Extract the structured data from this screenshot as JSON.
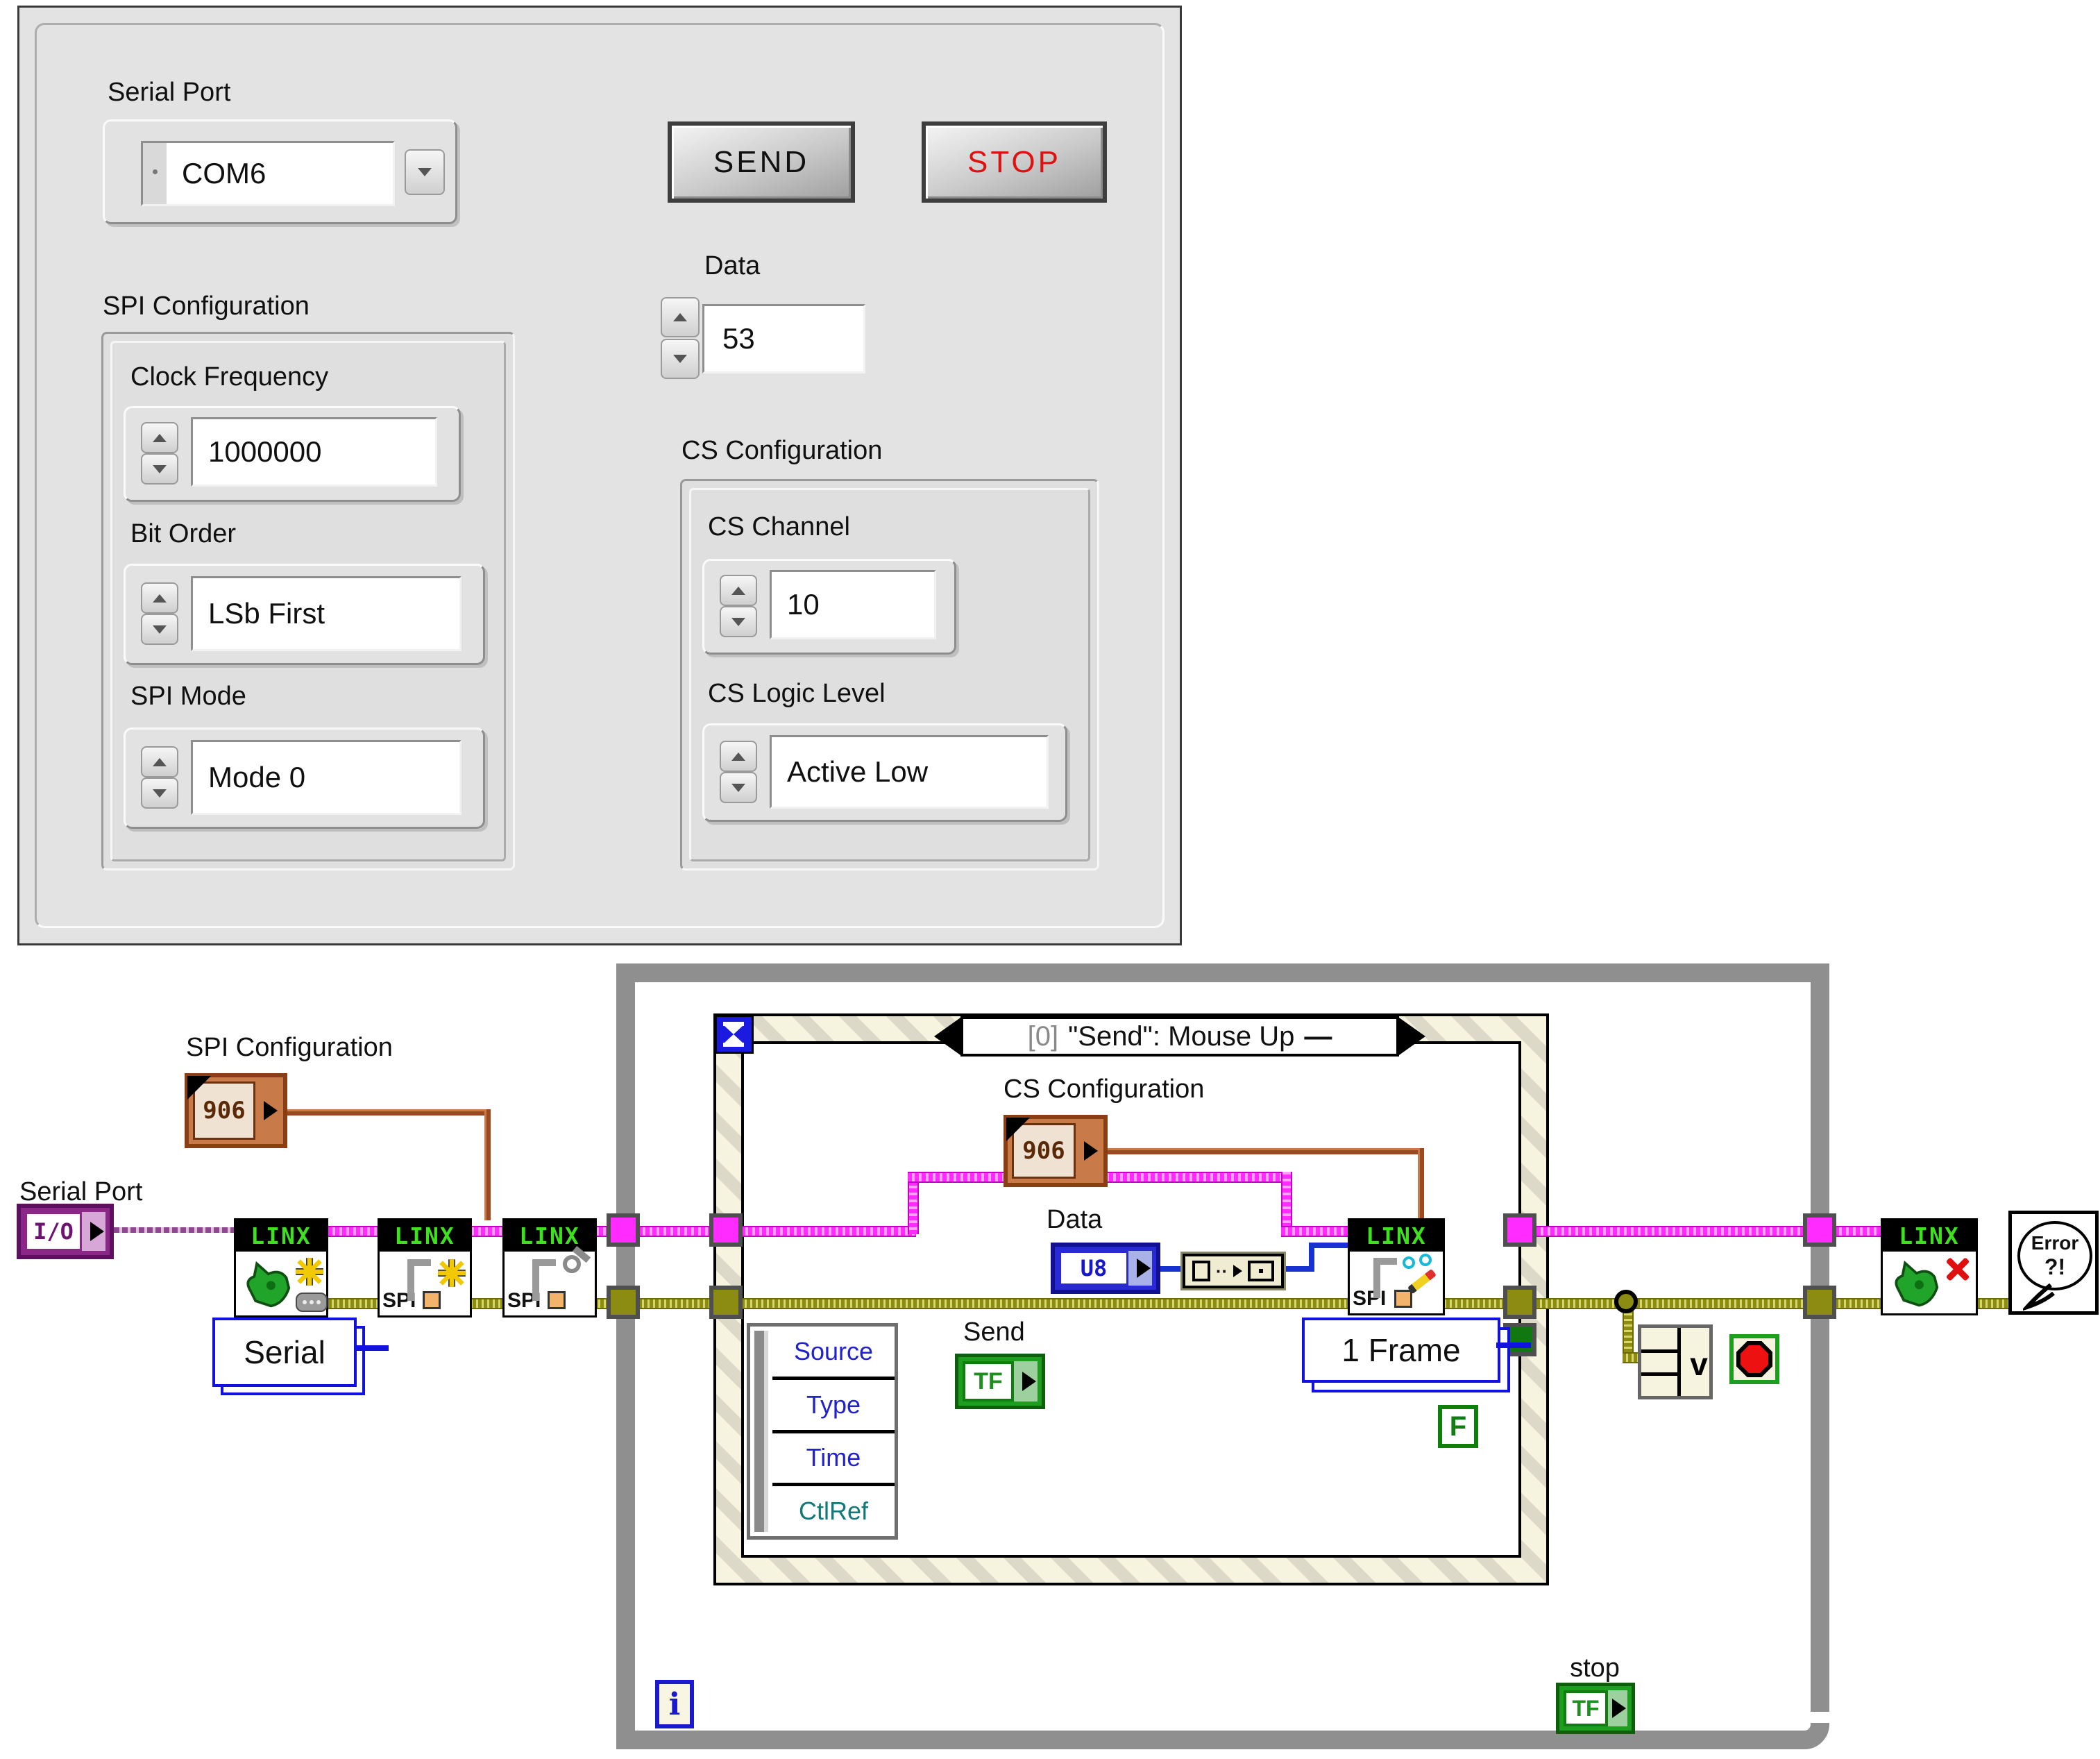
{
  "front_panel": {
    "serial_port": {
      "label": "Serial Port",
      "value": "COM6"
    },
    "send_label": "SEND",
    "stop_label": "STOP",
    "data": {
      "label": "Data",
      "value": "53"
    },
    "spi_configuration": {
      "label": "SPI Configuration",
      "clock_frequency": {
        "label": "Clock Frequency",
        "value": "1000000"
      },
      "bit_order": {
        "label": "Bit Order",
        "value": "LSb First"
      },
      "spi_mode": {
        "label": "SPI Mode",
        "value": "Mode 0"
      }
    },
    "cs_configuration": {
      "label": "CS Configuration",
      "cs_channel": {
        "label": "CS Channel",
        "value": "10"
      },
      "cs_logic_level": {
        "label": "CS Logic Level",
        "value": "Active Low"
      }
    }
  },
  "diagram": {
    "serial_port_label": "Serial Port",
    "spi_configuration_label": "SPI Configuration",
    "cs_configuration_label": "CS Configuration",
    "data_label": "Data",
    "send_label": "Send",
    "stop_label": "stop",
    "linx": "LINX",
    "spi": "SPI",
    "io_glyph": "I/O",
    "u8_glyph": "U8",
    "tf_glyph": "TF",
    "cluster_glyph": "906",
    "serial_constant": "Serial",
    "one_frame_constant": "1 Frame",
    "false_constant": "F",
    "iteration_glyph": "i",
    "or_glyph": "v",
    "event_header": {
      "index": "[0]",
      "title": "\"Send\": Mouse Up",
      "dash": "—"
    },
    "event_data_fields": [
      "Source",
      "Type",
      "Time",
      "CtlRef"
    ],
    "error_handler": {
      "line1": "Error",
      "line2": "?!"
    }
  },
  "colors": {
    "magenta_wire": "#FF2BFF",
    "olive_wire": "#8C8C12",
    "brown_wire": "#9A4A1E",
    "blue_wire": "#1832D2",
    "purple_wire": "#8E4890",
    "loop_border": "#8F8F8F",
    "event_border_fill": "#F6F3DF",
    "linx_green": "#3FE01F",
    "stop_text": "#E01010"
  }
}
